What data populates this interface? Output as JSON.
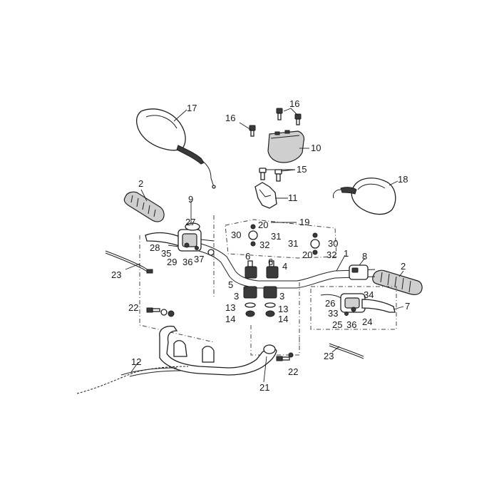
{
  "labels": {
    "p1": "1",
    "p2a": "2",
    "p2b": "2",
    "p3a": "3",
    "p3b": "3",
    "p4": "4",
    "p5": "5",
    "p6a": "6",
    "p6b": "6",
    "p7": "7",
    "p8": "8",
    "p9": "9",
    "p10": "10",
    "p11": "11",
    "p12": "12",
    "p13a": "13",
    "p13b": "13",
    "p14a": "14",
    "p14b": "14",
    "p15": "15",
    "p16a": "16",
    "p16b": "16",
    "p17": "17",
    "p18": "18",
    "p19": "19",
    "p20a": "20",
    "p20b": "20",
    "p21": "21",
    "p22a": "22",
    "p22b": "22",
    "p23a": "23",
    "p23b": "23",
    "p24": "24",
    "p25": "25",
    "p26": "26",
    "p27": "27",
    "p28": "28",
    "p29": "29",
    "p30a": "30",
    "p30b": "30",
    "p31a": "31",
    "p31b": "31",
    "p32a": "32",
    "p32b": "32",
    "p33": "33",
    "p34": "34",
    "p35": "35",
    "p36a": "36",
    "p36b": "36",
    "p37": "37"
  }
}
